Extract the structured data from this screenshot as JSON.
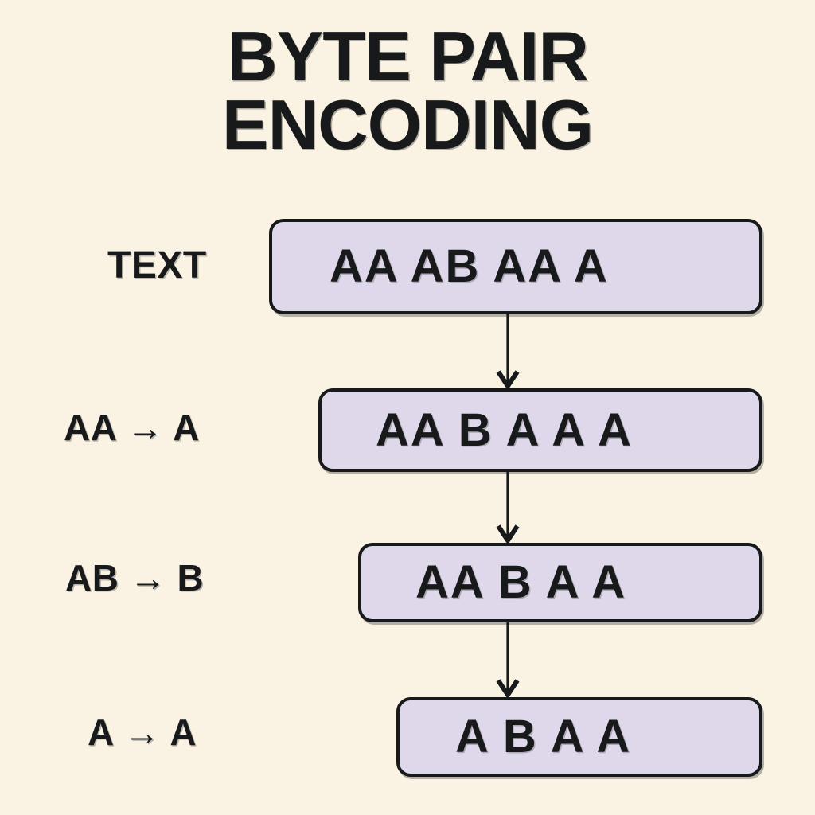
{
  "page": {
    "background_color": "#FAF3E3",
    "ink_color": "#17191A",
    "box_fill_color": "#DFD8EA",
    "title": "BYTE PAIR\nENCODING"
  },
  "rows": [
    {
      "label": "TEXT",
      "label_kind": "plain",
      "rule_from": "",
      "rule_arrow": "",
      "rule_to": "",
      "sequence": "AA AB AA A"
    },
    {
      "label": "AA → A",
      "label_kind": "rule",
      "rule_from": "AA",
      "rule_arrow": "→",
      "rule_to": "A",
      "sequence": "AA B A A A"
    },
    {
      "label": "AB → B",
      "label_kind": "rule",
      "rule_from": "AB",
      "rule_arrow": "→",
      "rule_to": "B",
      "sequence": "AA B A A"
    },
    {
      "label": "A → A",
      "label_kind": "rule",
      "rule_from": "A",
      "rule_arrow": "→",
      "rule_to": "A",
      "sequence": "A B A A"
    }
  ],
  "connectors": [
    {
      "name": "arrow-row1-to-row2"
    },
    {
      "name": "arrow-row2-to-row3"
    },
    {
      "name": "arrow-row3-to-row4"
    }
  ]
}
